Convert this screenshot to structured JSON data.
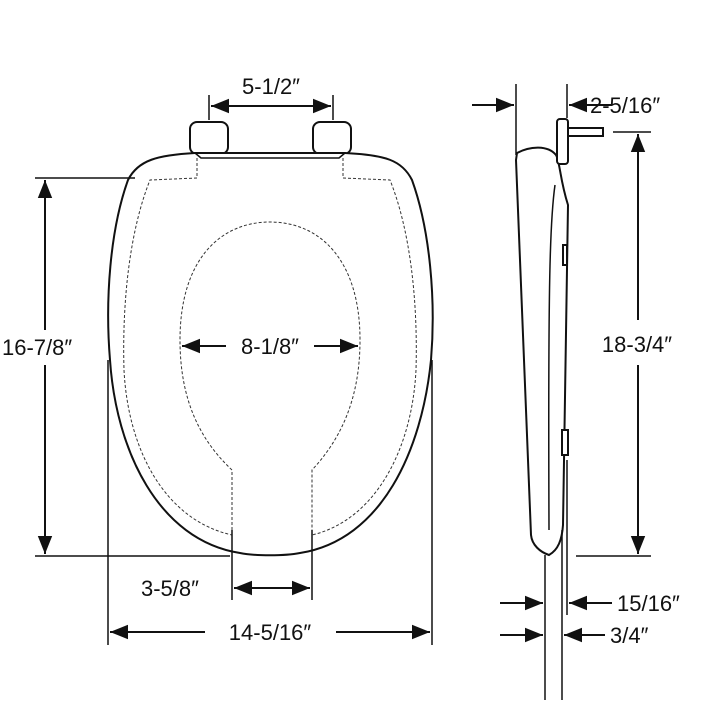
{
  "dimensions": {
    "hinge_spacing": "5-1/2″",
    "seat_length": "16-7/8″",
    "opening_width": "8-1/8″",
    "front_gap": "3-5/8″",
    "seat_width": "14-5/16″",
    "hinge_offset": "2-5/16″",
    "overall_length": "18-3/4″",
    "seat_thickness": "15/16″",
    "ring_thickness": "3/4″"
  },
  "colors": {
    "line": "#111111",
    "background": "#ffffff"
  }
}
